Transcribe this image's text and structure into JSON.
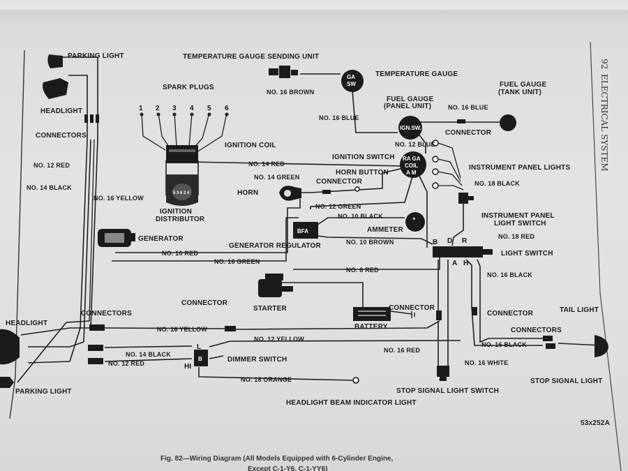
{
  "page_number": "92",
  "section": "ELECTRICAL SYSTEM",
  "figure_code": "53x252A",
  "caption": {
    "line1": "Fig. 82—Wiring Diagram (All Models Equipped with 6-Cylinder Engine,",
    "line2": "Except C-1-Y6, C-1-YY6)"
  },
  "components": {
    "parking_light_top": "PARKING LIGHT",
    "headlight_top": "HEADLIGHT",
    "connectors_left": "CONNECTORS",
    "temp_sending": "TEMPERATURE GAUGE SENDING UNIT",
    "temp_gauge": "TEMPERATURE GAUGE",
    "spark_plugs": "SPARK PLUGS",
    "ignition_coil": "IGNITION COIL",
    "ignition_distributor_1": "IGNITION",
    "ignition_distributor_2": "DISTRIBUTOR",
    "fuel_gauge_panel_1": "FUEL GAUGE",
    "fuel_gauge_panel_2": "(PANEL UNIT)",
    "fuel_gauge_tank_1": "FUEL GAUGE",
    "fuel_gauge_tank_2": "(TANK UNIT)",
    "connector_fuel": "CONNECTOR",
    "ignition_switch": "IGNITION SWITCH",
    "instrument_panel_lights": "INSTRUMENT PANEL LIGHTS",
    "horn_button": "HORN BUTTON",
    "connector_horn": "CONNECTOR",
    "horn": "HORN",
    "ipl_switch_1": "INSTRUMENT PANEL",
    "ipl_switch_2": "LIGHT SWITCH",
    "ammeter": "AMMETER",
    "generator": "GENERATOR",
    "generator_regulator": "GENERATOR REGULATOR",
    "light_switch": "LIGHT SWITCH",
    "starter": "STARTER",
    "connector_battery": "CONNECTOR",
    "battery": "BATTERY",
    "connector_right": "CONNECTOR",
    "connector_mid": "CONNECTOR",
    "connectors_bottom_left": "CONNECTORS",
    "headlight_bottom": "HEADLIGHT",
    "parking_light_bottom": "PARKING LIGHT",
    "tail_light": "TAIL LIGHT",
    "connectors_right": "CONNECTORS",
    "dimmer_switch": "DIMMER SWITCH",
    "stop_signal_light": "STOP SIGNAL LIGHT",
    "stop_signal_switch": "STOP SIGNAL LIGHT SWITCH",
    "beam_indicator": "HEADLIGHT BEAM INDICATOR LIGHT"
  },
  "device_marks": {
    "temp_gauge_top": "GA",
    "temp_gauge_bottom": "SW",
    "fuel_gauge_mark": "IGN.SW.",
    "ign_switch_top": "RA GA",
    "ign_switch_mid": "COIL",
    "ign_switch_bottom": "A M",
    "regulator_mark": "BFA",
    "distributor_mark": "5 3 6 2 4",
    "ammeter_mark": "+",
    "light_switch_B": "B",
    "light_switch_D": "D",
    "light_switch_R": "R",
    "light_switch_A": "A",
    "light_switch_H": "H",
    "dimmer_L": "L",
    "dimmer_B": "B",
    "dimmer_HI": "HI",
    "plug_1": "1",
    "plug_2": "2",
    "plug_3": "3",
    "plug_4": "4",
    "plug_5": "5",
    "plug_6": "6"
  },
  "wires": {
    "no16_brown": "NO. 16 BROWN",
    "no16_blue_a": "NO. 16 BLUE",
    "no16_blue_b": "NO. 16 BLUE",
    "no12_blue": "NO. 12 BLUE",
    "no12_red_left": "NO. 12 RED",
    "no14_black_left": "NO. 14 BLACK",
    "no16_yellow_left": "NO. 16 YELLOW",
    "no14_red": "NO. 14 RED",
    "no14_green": "NO. 14 GREEN",
    "no18_black": "NO. 18 BLACK",
    "no12_green": "NO. 12 GREEN",
    "no10_black": "NO. 10 BLACK",
    "no18_red": "NO. 18 RED",
    "no10_brown": "NO. 10 BROWN",
    "no10_red": "NO. 10 RED",
    "no16_green": "NO. 16 GREEN",
    "no8_red": "NO. 8 RED",
    "no16_black_right": "NO. 16 BLACK",
    "no16_yellow_bottom": "NO. 16 YELLOW",
    "no12_yellow": "NO. 12 YELLOW",
    "no16_red": "NO. 16 RED",
    "no16_black_tail": "NO. 16 BLACK",
    "no14_black_bottom": "NO. 14 BLACK",
    "no12_red_bottom": "NO. 12 RED",
    "no16_white": "NO. 16 WHITE",
    "no18_orange": "NO. 18 ORANGE"
  }
}
